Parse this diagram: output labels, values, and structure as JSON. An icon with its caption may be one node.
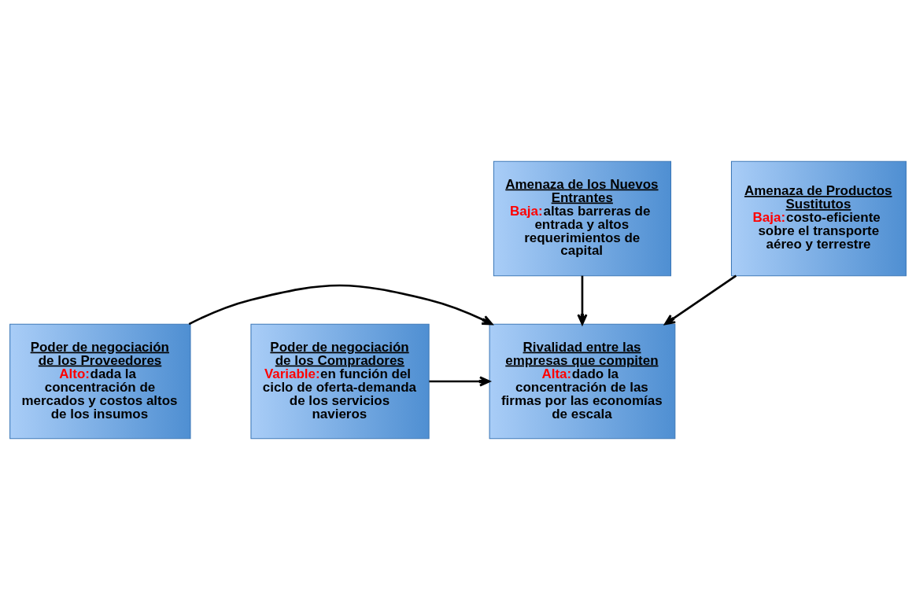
{
  "diagram": {
    "nodes": [
      {
        "text": [
          "Amenaza de los Nuevos Entrantes",
          "Baja:",
          "altas barreras de entrada y altos requerimientos de capital"
        ]
      },
      {
        "text": [
          "Poder de negociación de los Proveedores",
          "Alto:",
          "dada la concentración de mercados y costos altos de los insumos"
        ]
      },
      {
        "text": [
          "Rivalidad entre las empresas que compiten",
          "Alta:",
          "dado la concentración de las firmas por las economías de escala"
        ]
      },
      {
        "text": [
          "Poder de negociación de los Compradores",
          "Variable:",
          "en función del ciclo de oferta-demanda de los servicios navieros"
        ]
      },
      {
        "text": [
          "Amenaza de Productos Sustitutos",
          "Baja:",
          "costo-eficiente sobre el transporte aéreo y terrestre"
        ]
      }
    ],
    "edges": [
      {
        "from": 0,
        "to": 2,
        "arrow": "to"
      },
      {
        "from": 1,
        "to": 2,
        "arrow": "to"
      },
      {
        "from": 3,
        "to": 2,
        "arrow": "to"
      },
      {
        "from": 4,
        "to": 2,
        "arrow": "to"
      }
    ]
  }
}
